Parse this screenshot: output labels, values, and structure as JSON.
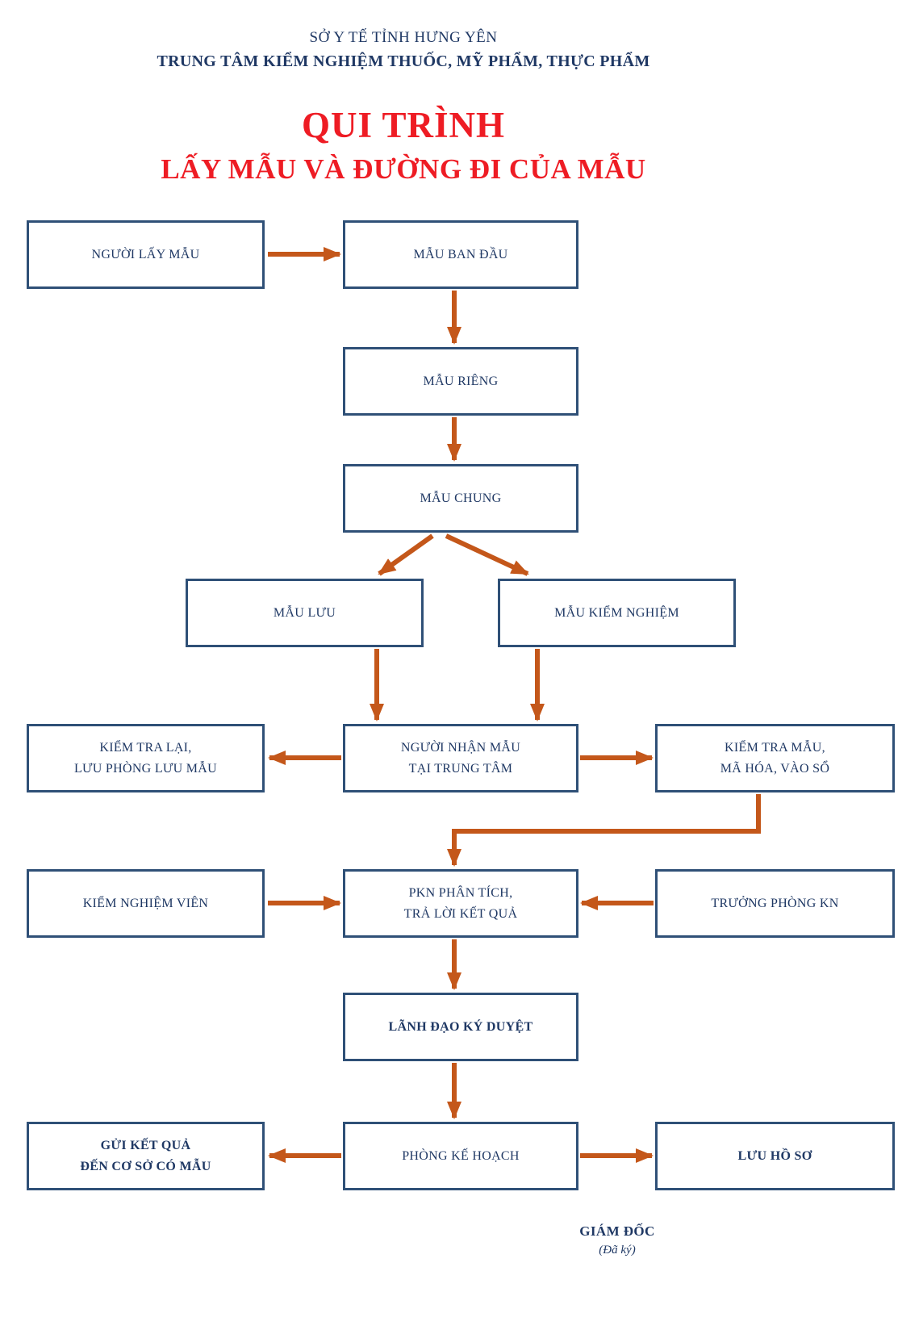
{
  "colors": {
    "text_navy": "#1F3864",
    "box_border": "#2F5077",
    "arrow": "#C4571A",
    "title_red": "#EE1C24",
    "background": "#FFFFFF"
  },
  "page": {
    "header": {
      "line1": "SỞ Y TẾ TỈNH HƯNG YÊN",
      "line2": "TRUNG TÂM KIỂM NGHIỆM THUỐC, MỸ PHẨM, THỰC PHẨM"
    },
    "title": {
      "line1": "QUI TRÌNH",
      "line2": "LẤY MẪU VÀ ĐƯỜNG ĐI CỦA MẪU"
    },
    "signature": {
      "role": "GIÁM ĐỐC",
      "note": "(Đã ký)"
    }
  },
  "flowchart": {
    "nodes": {
      "nguoi_lay_mau": {
        "label": "NGƯỜI LẤY MẪU"
      },
      "mau_ban_dau": {
        "label": "MẪU BAN ĐẦU"
      },
      "mau_rieng": {
        "label": "MẪU RIÊNG"
      },
      "mau_chung": {
        "label": "MẪU CHUNG"
      },
      "mau_luu": {
        "label": "MẪU LƯU"
      },
      "mau_kiem_nghiem": {
        "label": "MẪU KIỂM NGHIỆM"
      },
      "kiem_tra_lai": {
        "label": "KIỂM TRA LẠI,\nLƯU PHÒNG LƯU MẪU"
      },
      "nguoi_nhan_mau": {
        "label": "NGƯỜI NHẬN MẪU\nTẠI TRUNG TÂM"
      },
      "kiem_tra_mau": {
        "label": "KIỂM TRA MẪU,\nMÃ HÓA, VÀO SỔ"
      },
      "kiem_nghiem_vien": {
        "label": "KIỂM NGHIỆM VIÊN"
      },
      "pkn_phan_tich": {
        "label": "PKN PHÂN TÍCH,\nTRẢ LỜI KẾT QUẢ"
      },
      "truong_phong_kn": {
        "label": "TRƯỞNG PHÒNG KN"
      },
      "lanh_dao_ky_duyet": {
        "label": "LÃNH ĐẠO KÝ DUYỆT"
      },
      "gui_ket_qua": {
        "label": "GỬI KẾT QUẢ\nĐẾN CƠ SỞ CÓ MẪU"
      },
      "phong_ke_hoach": {
        "label": "PHÒNG KẾ HOẠCH"
      },
      "luu_ho_so": {
        "label": "LƯU HỒ SƠ"
      }
    },
    "edges": [
      {
        "from": "nguoi_lay_mau",
        "to": "mau_ban_dau"
      },
      {
        "from": "mau_ban_dau",
        "to": "mau_rieng"
      },
      {
        "from": "mau_rieng",
        "to": "mau_chung"
      },
      {
        "from": "mau_chung",
        "to": "mau_luu"
      },
      {
        "from": "mau_chung",
        "to": "mau_kiem_nghiem"
      },
      {
        "from": "mau_luu",
        "to": "nguoi_nhan_mau"
      },
      {
        "from": "mau_kiem_nghiem",
        "to": "nguoi_nhan_mau"
      },
      {
        "from": "nguoi_nhan_mau",
        "to": "kiem_tra_lai"
      },
      {
        "from": "nguoi_nhan_mau",
        "to": "kiem_tra_mau"
      },
      {
        "from": "kiem_tra_mau",
        "to": "pkn_phan_tich"
      },
      {
        "from": "kiem_nghiem_vien",
        "to": "pkn_phan_tich"
      },
      {
        "from": "truong_phong_kn",
        "to": "pkn_phan_tich"
      },
      {
        "from": "pkn_phan_tich",
        "to": "lanh_dao_ky_duyet"
      },
      {
        "from": "lanh_dao_ky_duyet",
        "to": "phong_ke_hoach"
      },
      {
        "from": "phong_ke_hoach",
        "to": "gui_ket_qua"
      },
      {
        "from": "phong_ke_hoach",
        "to": "luu_ho_so"
      }
    ]
  }
}
